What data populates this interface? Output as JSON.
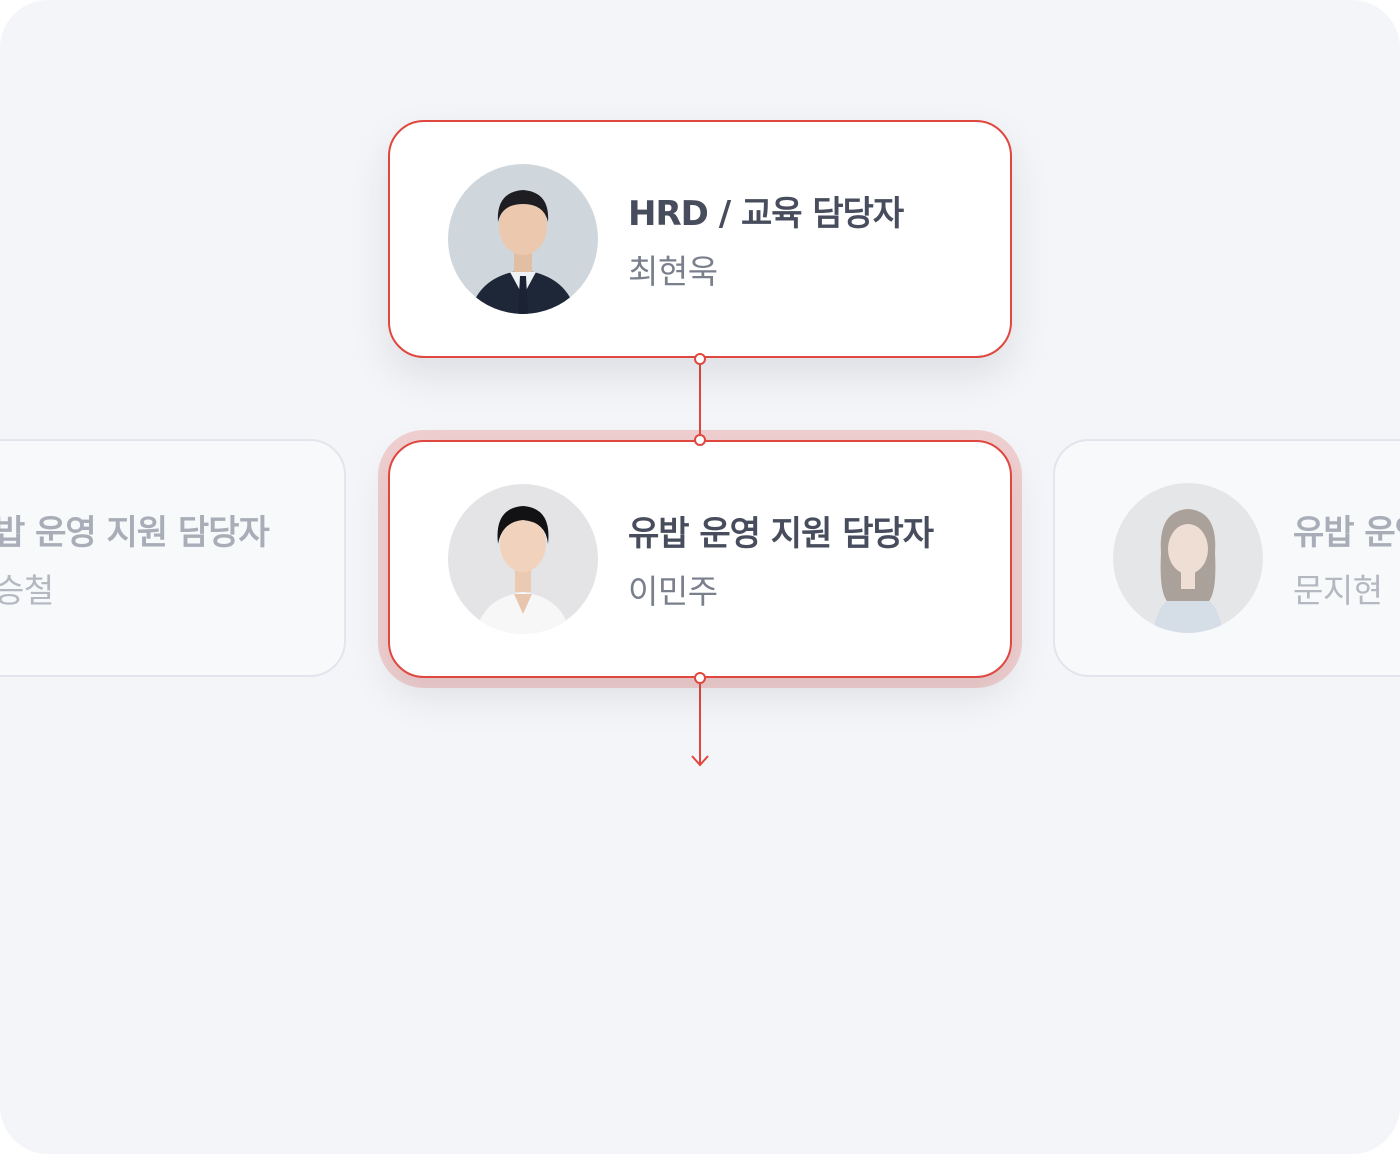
{
  "org_chart": {
    "top": {
      "role": "HRD / 교육 담당자",
      "name": "최현욱"
    },
    "middle": {
      "role": "유밥 운영 지원 담당자",
      "name": "이민주"
    },
    "left": {
      "role": "밥 운영 지원 담당자",
      "name": "승철"
    },
    "right": {
      "role": "유밥 운영",
      "name": "문지현"
    }
  },
  "colors": {
    "accent": "#e0473f",
    "background": "#f4f5f8",
    "card": "#ffffff",
    "role_text": "#474d5c",
    "name_text": "#7a7f8c"
  }
}
